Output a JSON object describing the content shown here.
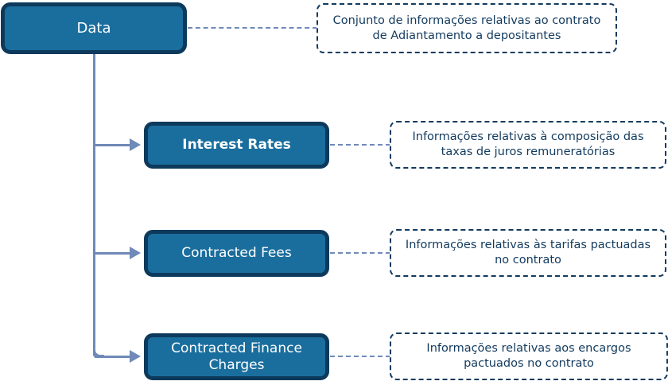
{
  "diagram": {
    "type": "tree",
    "root": {
      "label": "Data",
      "note": "Conjunto de informações relativas ao contrato de Adiantamento a depositantes"
    },
    "children": [
      {
        "label": "Interest Rates",
        "note": "Informações relativas à composição das taxas de juros remuneratórias"
      },
      {
        "label": "Contracted Fees",
        "note": "Informações relativas às tarifas pactuadas no contrato"
      },
      {
        "label": "Contracted Finance Charges",
        "note": "Informações relativas aos encargos pactuados no contrato"
      }
    ]
  },
  "colors": {
    "node_fill": "#1a6e9e",
    "node_border": "#0d3a5c",
    "node_text": "#ffffff",
    "note_border": "#123a5e",
    "note_text": "#123a5e",
    "connector": "#6f8ab8",
    "background": "#ffffff"
  }
}
